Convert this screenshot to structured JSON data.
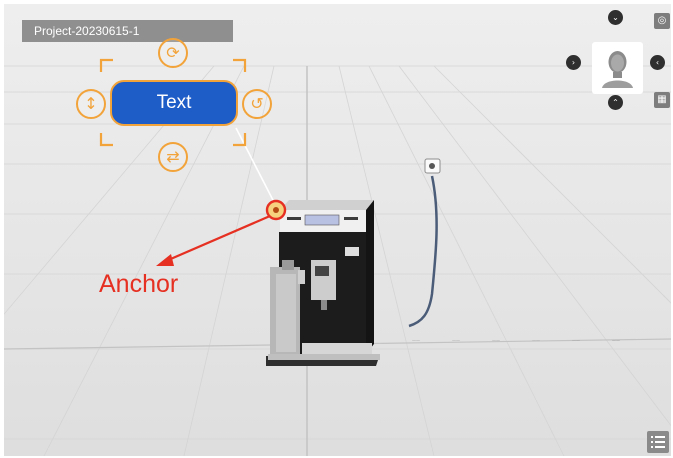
{
  "project": {
    "title": "Project-20230615-1"
  },
  "text_box": {
    "label": "Text"
  },
  "annotation": {
    "label": "Anchor"
  },
  "colors": {
    "selection": "#f2a33a",
    "text_box_fill": "#1e5cc8",
    "annotation": "#e53022"
  },
  "handles": {
    "rotate": {
      "glyph": "⟳",
      "icon": "rotate-icon"
    },
    "resize_vertical": {
      "glyph": "↕",
      "icon": "resize-vertical-icon"
    },
    "tilt": {
      "glyph": "↺",
      "icon": "tilt-icon"
    },
    "flip": {
      "glyph": "⇄",
      "icon": "flip-icon"
    }
  },
  "view_controls": {
    "up": "⌃",
    "down": "⌄",
    "left": "‹",
    "right": "›",
    "target": "◎",
    "keyboard": "▦"
  }
}
